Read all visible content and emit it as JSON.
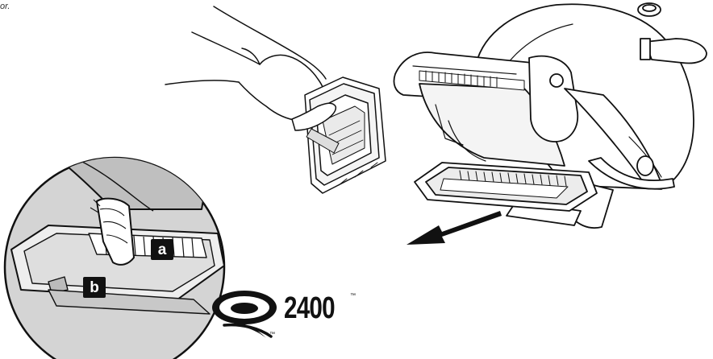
{
  "caption_fragment": "or.",
  "callouts": {
    "a": "a",
    "b": "b"
  },
  "logo": {
    "model_number": "2400",
    "trademark_symbol": "™",
    "logo_trademark_symbol": "™"
  },
  "colors": {
    "line": "#111111",
    "zoom_fill": "#d4d4d4",
    "pan_fill": "#f2f2f2",
    "callout_bg": "#111111"
  }
}
